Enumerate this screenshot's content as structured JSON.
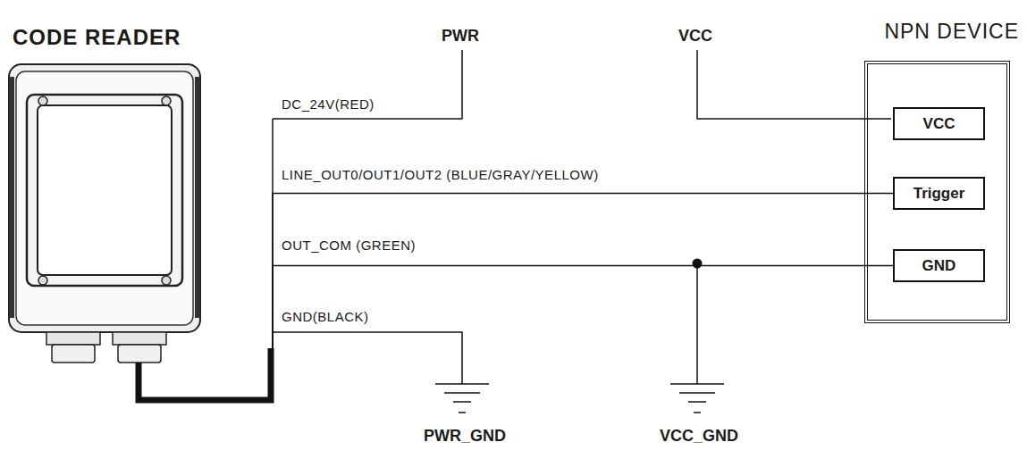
{
  "diagram": {
    "nodes": [
      {
        "text": [
          "CODE READER"
        ]
      },
      {
        "text": [
          "NPN DEVICE"
        ]
      },
      {
        "text": [
          "VCC"
        ],
        "in": 1
      },
      {
        "text": [
          "Trigger"
        ],
        "in": 1
      },
      {
        "text": [
          "GND"
        ],
        "in": 1
      }
    ],
    "edges": [
      {
        "from": 0,
        "to": 3,
        "arrow": "none",
        "label": "LINE_OUT0/OUT1/OUT2 (BLUE/GRAY/YELLOW)"
      },
      {
        "from": 0,
        "to": 4,
        "arrow": "none",
        "label": "OUT_COM (GREEN)"
      }
    ],
    "labels": [
      "PWR",
      "VCC",
      "DC_24V(RED)",
      "GND(BLACK)",
      "PWR_GND",
      "VCC_GND"
    ]
  }
}
